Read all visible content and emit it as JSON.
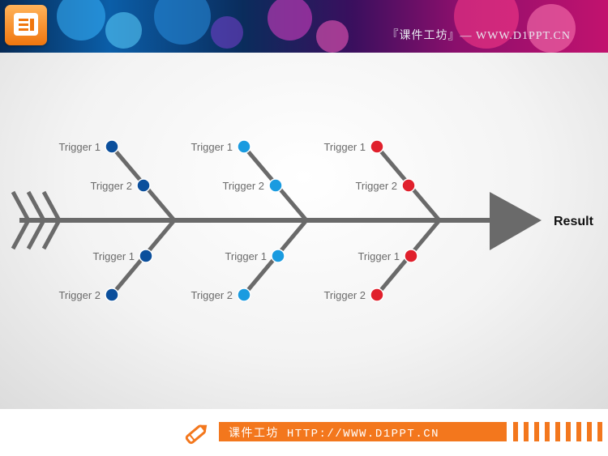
{
  "header": {
    "title": "『课件工坊』— WWW.D1PPT.CN",
    "logo_icon": "presentation-icon"
  },
  "diagram": {
    "result_label": "Result",
    "branches": [
      {
        "color": "#0b4f9c",
        "top": [
          "Trigger 1",
          "Trigger 2"
        ],
        "bottom": [
          "Trigger 1",
          "Trigger 2"
        ]
      },
      {
        "color": "#1a9be0",
        "top": [
          "Trigger 1",
          "Trigger 2"
        ],
        "bottom": [
          "Trigger 1",
          "Trigger 2"
        ]
      },
      {
        "color": "#e0202c",
        "top": [
          "Trigger 1",
          "Trigger 2"
        ],
        "bottom": [
          "Trigger 1",
          "Trigger 2"
        ]
      }
    ],
    "line_color": "#6a6a6a"
  },
  "footer": {
    "text": "课件工坊 HTTP://WWW.D1PPT.CN",
    "icon": "pencil-icon",
    "accent": "#f3771d"
  }
}
